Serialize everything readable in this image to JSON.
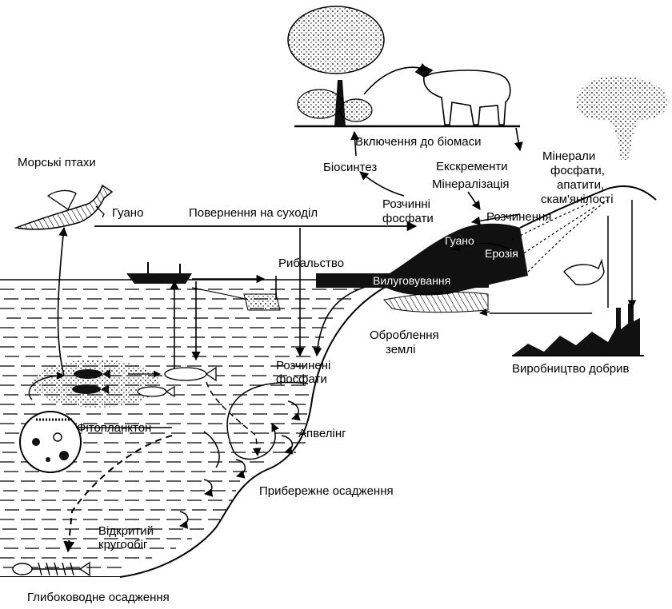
{
  "labels": {
    "inclusion_biomass": "Включення до біомаси",
    "biosynthesis": "Біосинтез",
    "excrements": "Екскременти",
    "mineralization": "Мінералізація",
    "minerals_line1": "Мінерали",
    "minerals_line2": "фосфати,",
    "minerals_line3": "апатити,",
    "minerals_line4": "скам'янілості",
    "dissolved_phosphates_top_line1": "Розчинні",
    "dissolved_phosphates_top_line2": "фосфати",
    "sea_birds": "Морські птахи",
    "guano_left": "Гуано",
    "return_to_land": "Повернення на суходіл",
    "dissolution": "Розчинення",
    "guano_island": "Гуано",
    "erosion": "Ерозія",
    "fishing": "Рибальство",
    "leaching": "Вилуговування",
    "land_cultivation_line1": "Оброблення",
    "land_cultivation_line2": "землі",
    "fertilizer_production": "Виробництво добрив",
    "dissolved_phosphates_sea_line1": "Розчинені",
    "dissolved_phosphates_sea_line2": "фосфати",
    "phytoplankton": "Фітопланктон",
    "upwelling": "Апвелінг",
    "coastal_sedimentation": "Прибережне осадження",
    "open_cycle_line1": "Відкритий",
    "open_cycle_line2": "кругообіг",
    "deep_sedimentation": "Глибоководне осадження"
  },
  "colors": {
    "ink": "#000000",
    "paper": "#ffffff"
  }
}
